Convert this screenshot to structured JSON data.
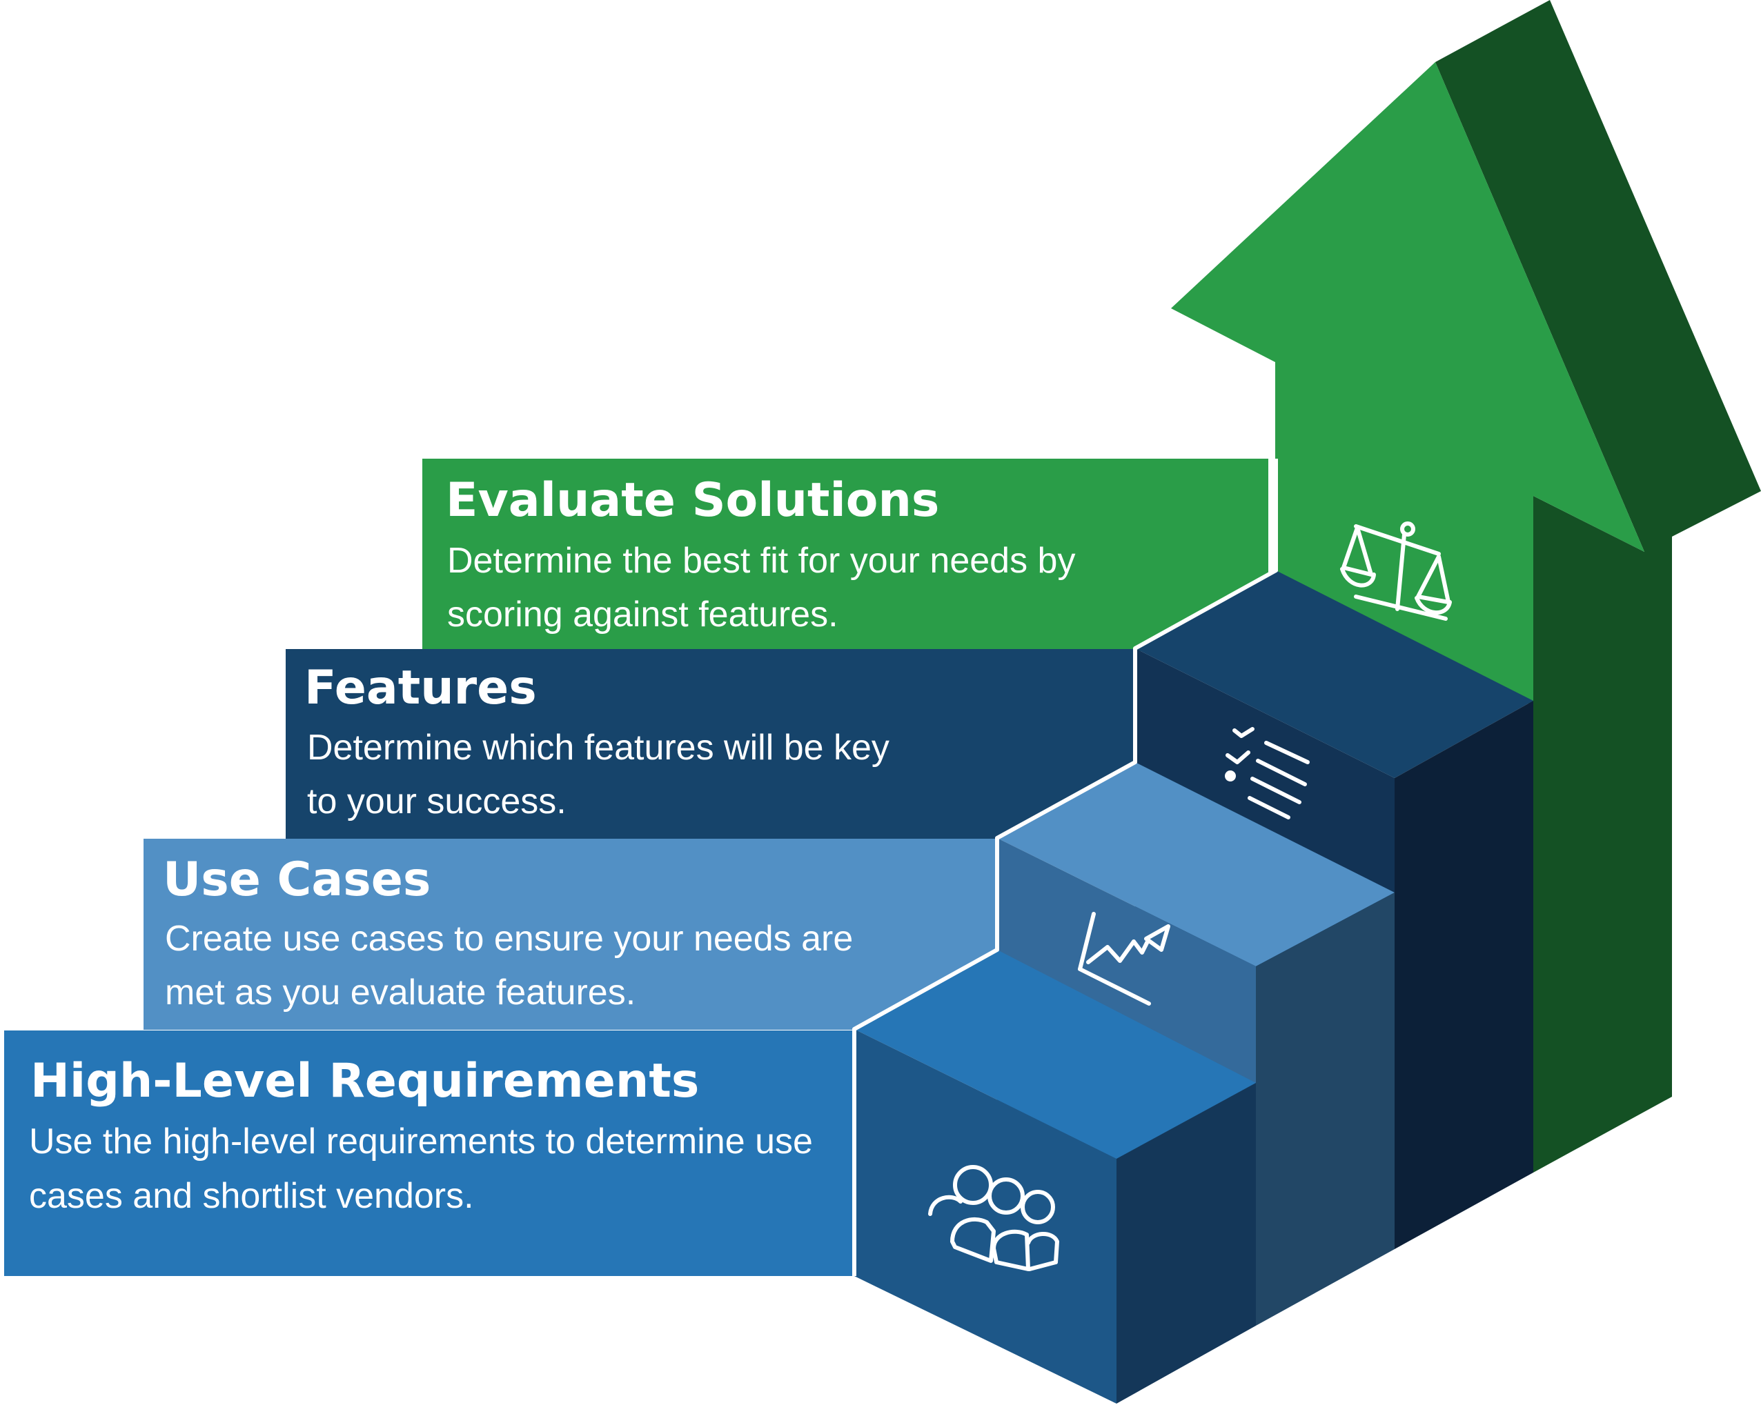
{
  "steps": [
    {
      "title": "High-Level Requirements",
      "description_lines": [
        "Use the high-level requirements to determine use",
        "cases and shortlist vendors."
      ],
      "color": "#2676b6",
      "icon": "people-group-icon"
    },
    {
      "title": "Use Cases",
      "description_lines": [
        "Create use cases to ensure your needs are",
        "met as you evaluate features."
      ],
      "color": "#5290c5",
      "icon": "line-chart-icon"
    },
    {
      "title": "Features",
      "description_lines": [
        "Determine which features will be key",
        "to your success."
      ],
      "color": "#16446b",
      "icon": "checklist-icon"
    },
    {
      "title": "Evaluate Solutions",
      "description_lines": [
        "Determine the best fit for your needs by",
        "scoring against features."
      ],
      "color": "#2a9d48",
      "icon": "balance-scale-icon"
    }
  ],
  "arrow_colors": {
    "front": "#2a9d48",
    "side": "#145124"
  }
}
